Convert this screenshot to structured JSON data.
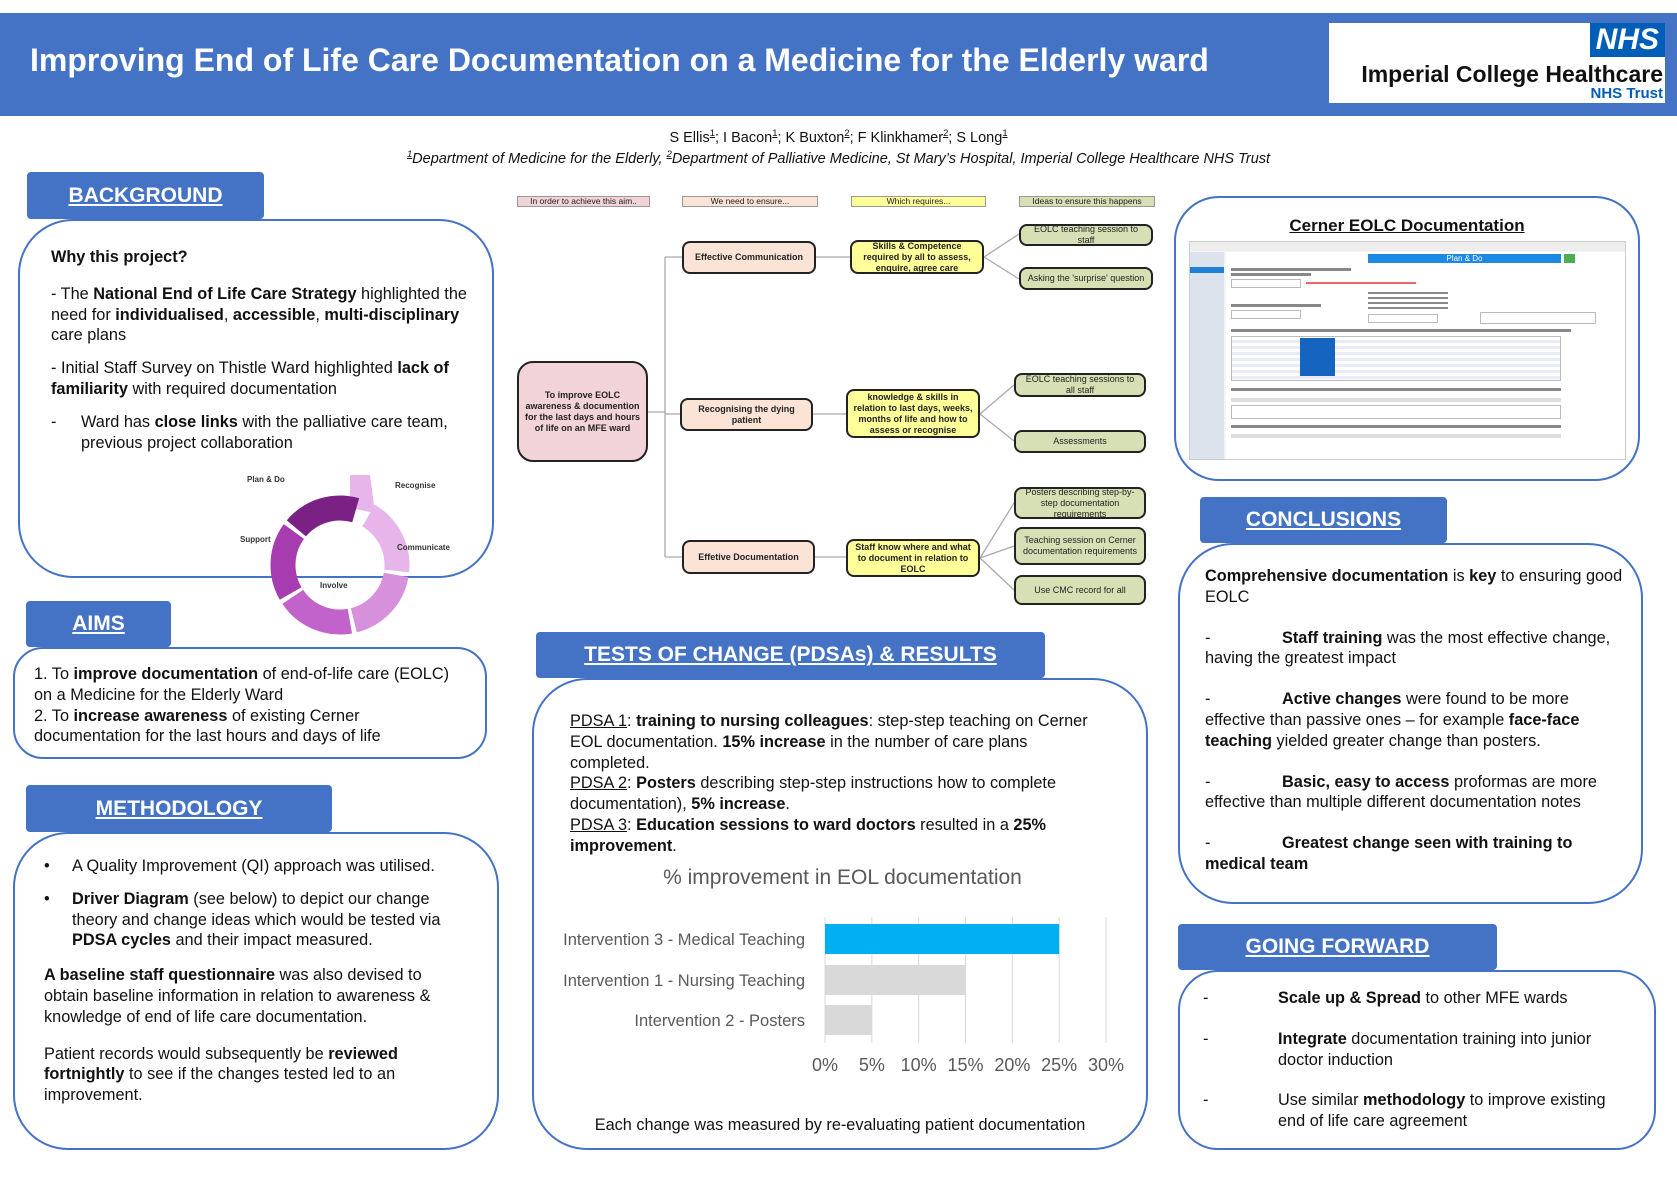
{
  "header": {
    "title": "Improving End of Life Care Documentation on a Medicine for the Elderly ward",
    "logo": {
      "nhs": "NHS",
      "org": "Imperial College Healthcare",
      "trust": "NHS Trust"
    },
    "color": "#4472c4"
  },
  "authors": [
    [
      "S Ellis",
      ""
    ],
    [
      "1",
      "sup"
    ],
    [
      "; I Bacon",
      ""
    ],
    [
      "1",
      "sup"
    ],
    [
      "; K Buxton",
      ""
    ],
    [
      "2",
      "sup"
    ],
    [
      "; F Klinkhamer",
      ""
    ],
    [
      "2",
      "sup"
    ],
    [
      "; S Long",
      ""
    ],
    [
      "1",
      "sup"
    ]
  ],
  "affiliations": [
    [
      "1",
      "sup"
    ],
    [
      "Department of Medicine for the Elderly, ",
      ""
    ],
    [
      "2",
      "sup"
    ],
    [
      "Department of Palliative Medicine, St Mary’s Hospital, Imperial College Healthcare NHS Trust",
      ""
    ]
  ],
  "background": {
    "heading": "BACKGROUND",
    "subheading": "Why this project?",
    "p1": [
      [
        "- The ",
        ""
      ],
      [
        "National End of Life Care Strategy",
        "b"
      ],
      [
        " highlighted the need for ",
        ""
      ],
      [
        "individualised",
        "b"
      ],
      [
        ", ",
        ""
      ],
      [
        "accessible",
        "b"
      ],
      [
        ", ",
        ""
      ],
      [
        "multi-disciplinary",
        "b"
      ],
      [
        " care plans",
        ""
      ]
    ],
    "p2": [
      [
        "- Initial Staff Survey on Thistle Ward highlighted ",
        ""
      ],
      [
        "lack of familiarity",
        "b"
      ],
      [
        " with required documentation",
        ""
      ]
    ],
    "p3_dash": "-",
    "p3": [
      [
        "Ward has ",
        ""
      ],
      [
        "close links",
        "b"
      ],
      [
        " with the palliative care team, previous project collaboration",
        ""
      ]
    ],
    "cycle": {
      "labels": [
        "Recognise",
        "Communicate",
        "Involve",
        "Support",
        "Plan & Do"
      ],
      "colors": [
        "#e7b5ea",
        "#d690dc",
        "#c262cb",
        "#a63cb0",
        "#7b2185"
      ]
    }
  },
  "aims": {
    "heading": "AIMS",
    "items": [
      [
        [
          "1. To ",
          ""
        ],
        [
          "improve documentation",
          "b"
        ],
        [
          " of end-of-life care (EOLC) on a Medicine for the Elderly Ward",
          ""
        ]
      ],
      [
        [
          "2. To ",
          ""
        ],
        [
          "increase awareness",
          "b"
        ],
        [
          " of existing Cerner documentation for the last hours and days of life",
          ""
        ]
      ]
    ]
  },
  "methodology": {
    "heading": "METHODOLOGY",
    "bullet": "•",
    "b1": [
      [
        "A Quality Improvement (QI) approach was utilised.",
        ""
      ]
    ],
    "b2": [
      [
        "Driver Diagram",
        "b"
      ],
      [
        " (see below) to depict our change theory and change ideas which would be tested via ",
        ""
      ],
      [
        "PDSA cycles",
        "b"
      ],
      [
        " and their impact measured.",
        ""
      ]
    ],
    "p1": [
      [
        "A baseline staff questionnaire",
        "b"
      ],
      [
        " was also devised to obtain baseline information in relation to awareness & knowledge of end of life care documentation.",
        ""
      ]
    ],
    "p2": [
      [
        "Patient records would subsequently be ",
        ""
      ],
      [
        "reviewed fortnightly",
        "b"
      ],
      [
        " to see if the changes tested led to an improvement.",
        ""
      ]
    ]
  },
  "driver": {
    "headers": [
      "In order to achieve this aim..",
      "We need to ensure...",
      "Which requires...",
      "Ideas to ensure this happens"
    ],
    "aim": "To improve EOLC awareness & documention for the last days and hours of life on an MFE ward",
    "needs": [
      "Effective Communication",
      "Recognising the dying patient",
      "Effetive Documentation"
    ],
    "requires": [
      "Skills & Competence required by all to assess, enquire, agree care",
      "knowledge & skills in relation to last days, weeks, months of life and how to assess or recognise",
      "Staff know where and what to document in relation to EOLC"
    ],
    "ideas": [
      "EOLC teaching session to staff",
      "Asking the 'surprise' question",
      "EOLC teaching sessions to all staff",
      "Assessments",
      "Posters describing step-by-step documentation requirements",
      "Teaching session on Cerner documentation requirements",
      "Use CMC record for all"
    ],
    "colors": {
      "aim": "#f2d3d7",
      "need": "#fbe4d6",
      "require": "#ffff99",
      "idea": "#d7e0b5"
    }
  },
  "tests": {
    "heading": "TESTS OF CHANGE (PDSAs) & RESULTS",
    "pdsa": [
      [
        [
          "PDSA 1",
          "u"
        ],
        [
          ": ",
          ""
        ],
        [
          "training to nursing colleagues",
          "b"
        ],
        [
          ": step-step teaching on Cerner EOL documentation. ",
          ""
        ],
        [
          "15% increase",
          "b"
        ],
        [
          " in the number of care plans completed.",
          ""
        ]
      ],
      [
        [
          "PDSA 2",
          "u"
        ],
        [
          ": ",
          ""
        ],
        [
          "Posters",
          "b"
        ],
        [
          " describing step-step instructions how to complete documentation), ",
          ""
        ],
        [
          "5% increase",
          "b"
        ],
        [
          ".",
          ""
        ]
      ],
      [
        [
          "PDSA 3",
          "u"
        ],
        [
          ": ",
          ""
        ],
        [
          "Education sessions to ward doctors",
          "b"
        ],
        [
          " resulted in a ",
          ""
        ],
        [
          "25% improvement",
          "b"
        ],
        [
          ".",
          ""
        ]
      ]
    ],
    "footnote": "Each change was measured by re-evaluating patient documentation"
  },
  "chart_data": {
    "type": "bar",
    "orientation": "horizontal",
    "title": "% improvement in EOL documentation",
    "categories": [
      "Intervention 3 - Medical Teaching",
      "Intervention 1 - Nursing Teaching",
      "Intervention 2 - Posters"
    ],
    "values": [
      25,
      15,
      5
    ],
    "colors": [
      "#00b0f0",
      "#d9d9d9",
      "#d9d9d9"
    ],
    "xlim": [
      0,
      30
    ],
    "xticks": [
      "0%",
      "5%",
      "10%",
      "15%",
      "20%",
      "25%",
      "30%"
    ],
    "xlabel": "",
    "ylabel": "",
    "grid": "vertical"
  },
  "cerner": {
    "heading": "Cerner EOLC Documentation",
    "banner": "Plan & Do"
  },
  "conclusions": {
    "heading": "CONCLUSIONS",
    "intro": [
      [
        "Comprehensive documentation",
        "b"
      ],
      [
        " is ",
        ""
      ],
      [
        "key",
        "b"
      ],
      [
        " to ensuring good EOLC",
        ""
      ]
    ],
    "dash": "-",
    "items": [
      [
        [
          "Staff training",
          "b"
        ],
        [
          " was the most effective change, having the greatest impact",
          ""
        ]
      ],
      [
        [
          "Active changes",
          "b"
        ],
        [
          " were found to be more effective than passive ones – for example ",
          ""
        ],
        [
          "face-face teaching",
          "b"
        ],
        [
          " yielded greater change than posters.",
          ""
        ]
      ],
      [
        [
          "Basic, easy to access",
          "b"
        ],
        [
          " proformas are more effective than multiple different documentation notes",
          ""
        ]
      ],
      [
        [
          "Greatest change seen with training to medical team",
          "b"
        ]
      ]
    ]
  },
  "going_forward": {
    "heading": "GOING FORWARD",
    "dash": "-",
    "items": [
      [
        [
          "Scale up & Spread",
          "b"
        ],
        [
          " to other MFE wards",
          ""
        ]
      ],
      [
        [
          "Integrate",
          "b"
        ],
        [
          " documentation training into junior doctor induction",
          ""
        ]
      ],
      [
        [
          "Use similar ",
          ""
        ],
        [
          "methodology",
          "b"
        ],
        [
          " to improve existing end of life care agreement",
          ""
        ]
      ]
    ]
  }
}
